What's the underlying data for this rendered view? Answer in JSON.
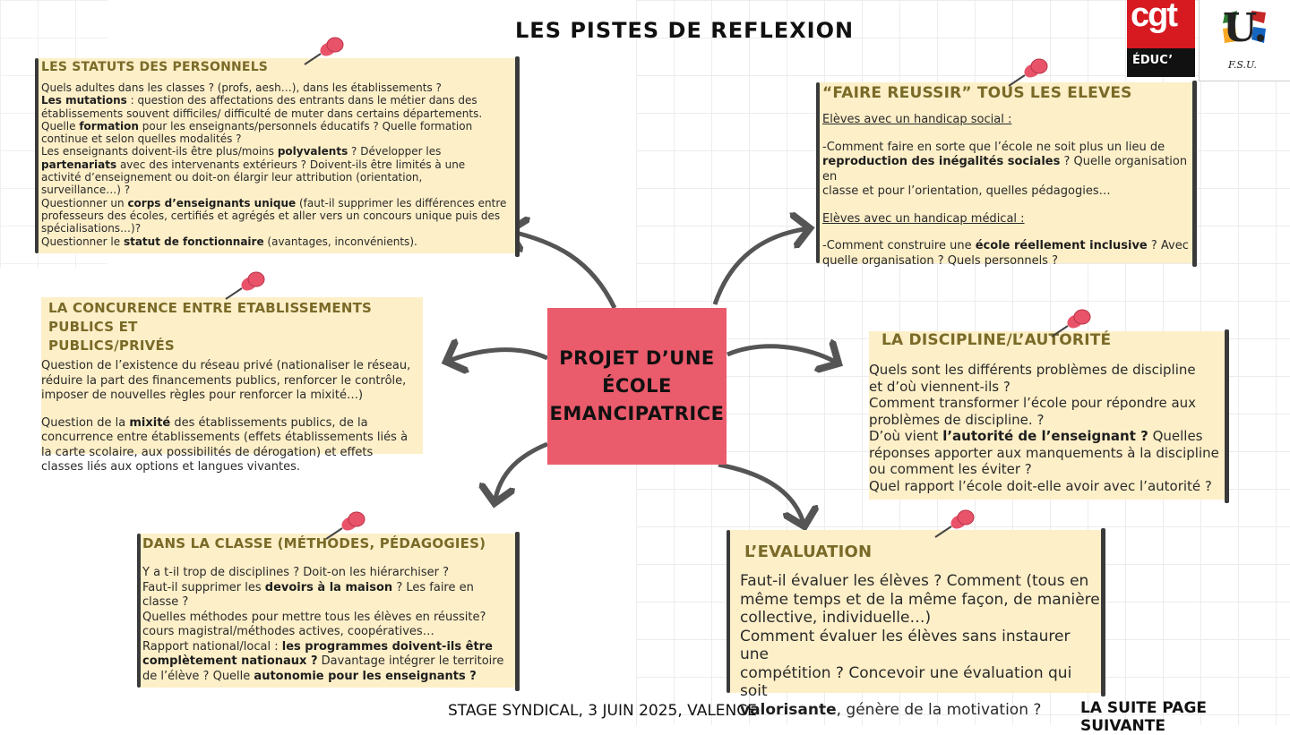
{
  "title": "LES PISTES DE REFLEXION",
  "center_label": [
    "PROJET D’UNE",
    "ÉCOLE",
    "EMANCIPATRICE"
  ],
  "footer": "STAGE SYNDICAL, 3 JUIN 2025, VALENCE",
  "next_page": "LA SUITE PAGE SUIVANTE",
  "logos": {
    "cgt_text": "cgt",
    "cgt_sub": "ÉDUC’",
    "fsu_text": "U.",
    "fsu_sub": "F.S.U."
  },
  "colors": {
    "note_bg": "#fdefc8",
    "heading": "#7a6a28",
    "center_bg": "#ea5b6c",
    "cgt_red": "#d71920"
  },
  "notes": {
    "statuts": {
      "heading": "LES STATUTS DES PERSONNELS",
      "lines": [
        [
          {
            "t": "Quels adultes dans les classes ? (profs, aesh…), dans les établissements ?"
          }
        ],
        [
          {
            "t": "Les mutations",
            "b": true
          },
          {
            "t": " : question des affectations des entrants dans le métier dans des"
          }
        ],
        [
          {
            "t": "établissements souvent difficiles/ difficulté de muter dans certains départements."
          }
        ],
        [
          {
            "t": "Quelle "
          },
          {
            "t": "formation",
            "b": true
          },
          {
            "t": " pour les enseignants/personnels éducatifs ? Quelle formation"
          }
        ],
        [
          {
            "t": "continue et selon quelles modalités ?"
          }
        ],
        [
          {
            "t": "Les enseignants doivent-ils être plus/moins "
          },
          {
            "t": "polyvalents",
            "b": true
          },
          {
            "t": " ? Développer les"
          }
        ],
        [
          {
            "t": "partenariats",
            "b": true
          },
          {
            "t": " avec des intervenants extérieurs ? Doivent-ils être limités à une"
          }
        ],
        [
          {
            "t": "activité d’enseignement ou doit-on élargir leur attribution (orientation,"
          }
        ],
        [
          {
            "t": "surveillance…) ?"
          }
        ],
        [
          {
            "t": "Questionner un "
          },
          {
            "t": "corps d’enseignants unique",
            "b": true
          },
          {
            "t": " (faut-il supprimer les différences entre"
          }
        ],
        [
          {
            "t": "professeurs des écoles, certifiés et agrégés et aller vers un concours unique puis des"
          }
        ],
        [
          {
            "t": "spécialisations…)?"
          }
        ],
        [
          {
            "t": "Questionner le "
          },
          {
            "t": "statut de fonctionnaire",
            "b": true
          },
          {
            "t": " (avantages, inconvénients)."
          }
        ]
      ]
    },
    "concurrence": {
      "heading_lines": [
        "LA CONCURENCE ENTRE ETABLISSEMENTS PUBLICS ET",
        "PUBLICS/PRIVÉS"
      ],
      "lines": [
        [
          {
            "t": "Question de l’existence du réseau privé (nationaliser le réseau,"
          }
        ],
        [
          {
            "t": "réduire la part des financements publics, renforcer le contrôle,"
          }
        ],
        [
          {
            "t": "imposer de nouvelles règles pour renforcer la mixité…)"
          }
        ],
        [],
        [
          {
            "t": "Question de la "
          },
          {
            "t": "mixité",
            "b": true
          },
          {
            "t": " des établissements publics, de la"
          }
        ],
        [
          {
            "t": "concurrence entre établissements (effets établissements liés à"
          }
        ],
        [
          {
            "t": "la carte scolaire, aux possibilités de dérogation) et effets"
          }
        ],
        [
          {
            "t": "classes liés aux options et langues vivantes."
          }
        ]
      ]
    },
    "classe": {
      "heading": "DANS LA CLASSE (MÉTHODES, PÉDAGOGIES)",
      "lines": [
        [
          {
            "t": "Y a t-il trop de disciplines ? Doit-on les hiérarchiser ?"
          }
        ],
        [
          {
            "t": "Faut-il supprimer les "
          },
          {
            "t": "devoirs à la maison",
            "b": true
          },
          {
            "t": " ? Les faire en"
          }
        ],
        [
          {
            "t": "classe ?"
          }
        ],
        [
          {
            "t": "Quelles méthodes pour mettre tous les élèves en réussite?"
          }
        ],
        [
          {
            "t": "cours magistral/méthodes actives, coopératives…"
          }
        ],
        [
          {
            "t": "Rapport national/local : "
          },
          {
            "t": "les programmes doivent-ils être",
            "b": true
          }
        ],
        [
          {
            "t": "complètement nationaux ?",
            "b": true
          },
          {
            "t": " Davantage intégrer le territoire"
          }
        ],
        [
          {
            "t": "de l’élève ? Quelle "
          },
          {
            "t": "autonomie pour les enseignants ?",
            "b": true
          }
        ]
      ]
    },
    "reussir": {
      "heading": "“FAIRE REUSSIR” TOUS LES ELEVES",
      "lines": [
        [
          {
            "t": "Elèves avec un handicap social :",
            "u": true
          }
        ],
        [],
        [
          {
            "t": "-Comment faire en sorte que l’école ne soit plus un lieu de"
          }
        ],
        [
          {
            "t": "reproduction des inégalités sociales",
            "b": true
          },
          {
            "t": " ? Quelle organisation en"
          }
        ],
        [
          {
            "t": "classe et pour l’orientation, quelles pédagogies…"
          }
        ],
        [],
        [
          {
            "t": "Elèves avec un handicap médical :",
            "u": true
          }
        ],
        [],
        [
          {
            "t": "-Comment construire une "
          },
          {
            "t": "école réellement inclusive",
            "b": true
          },
          {
            "t": " ? Avec"
          }
        ],
        [
          {
            "t": "quelle organisation ? Quels personnels ?"
          }
        ]
      ]
    },
    "discipline": {
      "heading": "LA DISCIPLINE/L’AUTORITÉ",
      "lines": [
        [
          {
            "t": "Quels sont les différents problèmes de discipline"
          }
        ],
        [
          {
            "t": "et d’où viennent-ils ?"
          }
        ],
        [
          {
            "t": "Comment transformer l’école pour répondre aux"
          }
        ],
        [
          {
            "t": "problèmes de discipline. ?"
          }
        ],
        [
          {
            "t": "D’où vient "
          },
          {
            "t": "l’autorité de l’enseignant ?",
            "b": true
          },
          {
            "t": " Quelles"
          }
        ],
        [
          {
            "t": "réponses apporter aux manquements à la discipline"
          }
        ],
        [
          {
            "t": "ou comment les éviter ?"
          }
        ],
        [
          {
            "t": "Quel rapport l’école doit-elle avoir avec l’autorité ?"
          }
        ]
      ]
    },
    "evaluation": {
      "heading": "L’EVALUATION",
      "lines": [
        [
          {
            "t": "Faut-il évaluer les élèves ? Comment (tous en"
          }
        ],
        [
          {
            "t": "même temps et de la même façon, de manière"
          }
        ],
        [
          {
            "t": "collective, individuelle…)"
          }
        ],
        [
          {
            "t": "Comment évaluer les élèves sans instaurer une"
          }
        ],
        [
          {
            "t": "compétition ? Concevoir une évaluation qui soit"
          }
        ],
        [
          {
            "t": "valorisante",
            "b": true
          },
          {
            "t": ", génère de la motivation ?"
          }
        ]
      ]
    }
  },
  "icons": [
    "pushpin-icon",
    "curved-arrow-icon"
  ]
}
